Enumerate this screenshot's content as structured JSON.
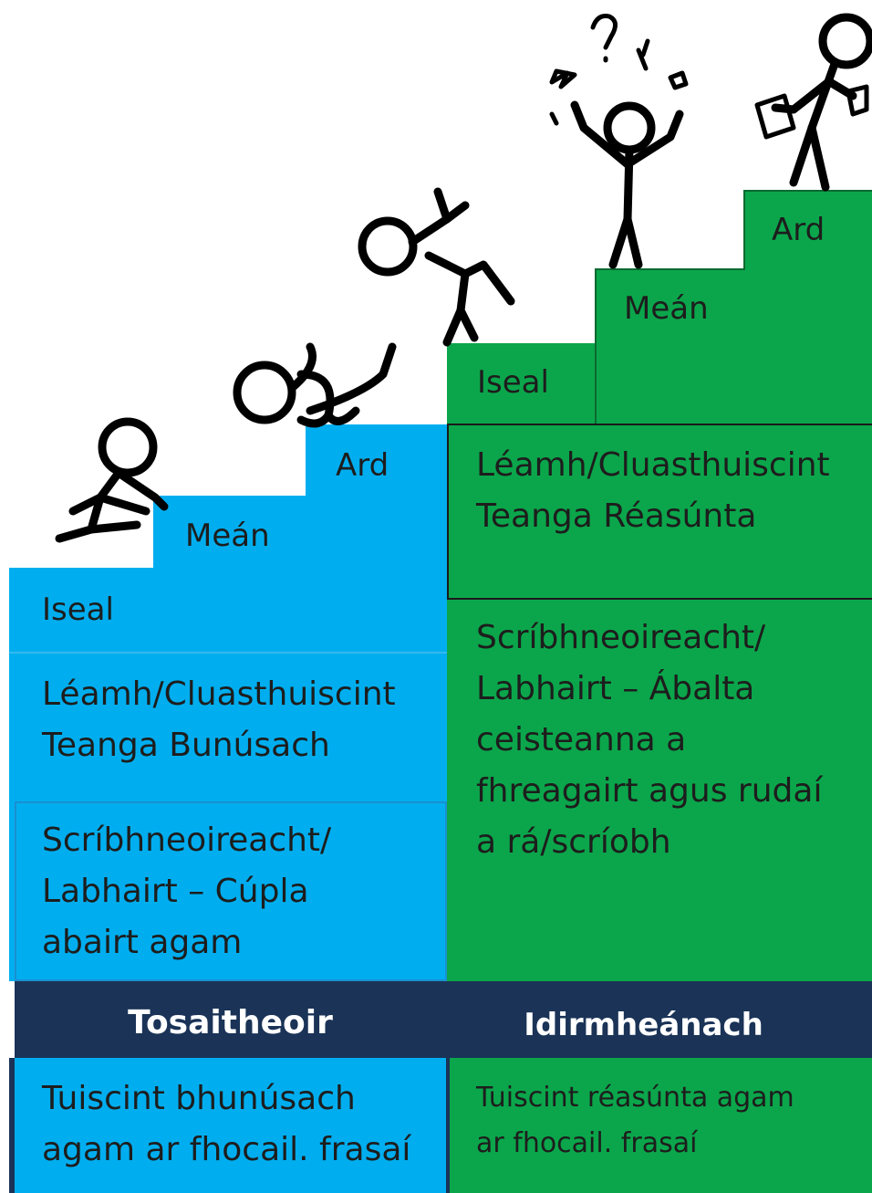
{
  "beginner": {
    "steps": [
      "Iseal",
      "Meán",
      "Ard"
    ],
    "reading": [
      "Léamh/Cluasthuiscint",
      "Teanga Bunúsach"
    ],
    "writing": [
      "Scríbhneoireacht/",
      "Labhairt – Cúpla",
      "abairt agam"
    ],
    "header": "Tosaitheoir",
    "understanding": [
      "Tuiscint bhunúsach",
      "agam ar fhocail. frasaí"
    ]
  },
  "intermediate": {
    "steps": [
      "Iseal",
      "Meán",
      "Ard"
    ],
    "reading": [
      "Léamh/Cluasthuiscint",
      "Teanga Réasúnta"
    ],
    "writing": [
      "Scríbhneoireacht/",
      "Labhairt – Ábalta",
      "ceisteanna a",
      "fhreagairt agus rudaí",
      "a rá/scríobh"
    ],
    "header": "Idirmheánach",
    "understanding": [
      "Tuiscint réasúnta agam",
      "ar fhocail. frasaí"
    ]
  },
  "colors": {
    "beginner": "#00aeef",
    "intermediate": "#0ba64b",
    "header": "#1a3357"
  }
}
